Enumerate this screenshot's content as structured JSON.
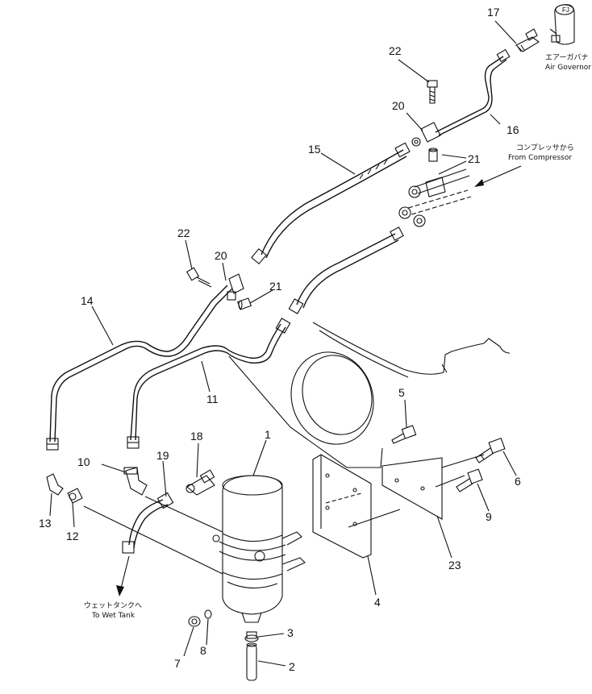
{
  "part_numbers": {
    "p1": "1",
    "p2": "2",
    "p3": "3",
    "p4": "4",
    "p5": "5",
    "p6": "6",
    "p7": "7",
    "p8": "8",
    "p9": "9",
    "p10": "10",
    "p11": "11",
    "p12": "12",
    "p13": "13",
    "p14": "14",
    "p15": "15",
    "p16": "16",
    "p17": "17",
    "p18": "18",
    "p19": "19",
    "p20a": "20",
    "p20b": "20",
    "p21a": "21",
    "p21b": "21",
    "p22a": "22",
    "p22b": "22",
    "p23": "23"
  },
  "notes": {
    "air_governor_jp": "エアーガバナ",
    "air_governor_en": "Air Governor",
    "from_compressor_jp": "コンプレッサから",
    "from_compressor_en": "From Compressor",
    "to_wet_tank_jp": "ウェットタンクへ",
    "to_wet_tank_en": "To Wet Tank"
  }
}
